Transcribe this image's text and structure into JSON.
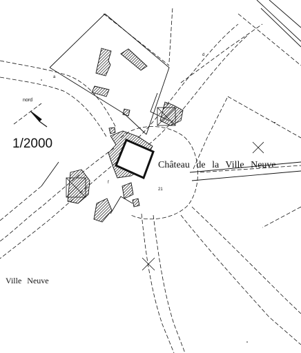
{
  "map": {
    "scale": "1/2000",
    "north_label": "nord",
    "chateau_label": "Château de la Ville Neuve",
    "area_label": "Ville Neuve",
    "small_marks": {
      "a": "a",
      "d": "d",
      "f": "f",
      "n21": "21"
    }
  },
  "colors": {
    "ink": "#111111",
    "paper": "#ffffff"
  }
}
